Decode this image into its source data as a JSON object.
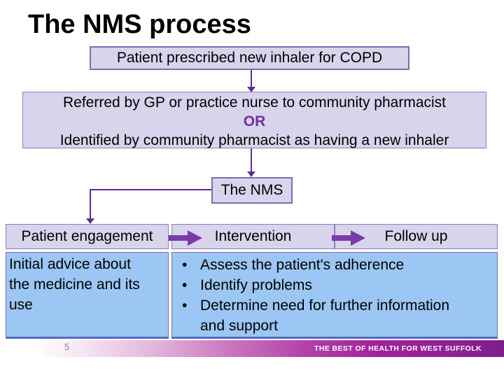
{
  "colors": {
    "box_lavender": "#d8d4ec",
    "box_blue": "#9cc6f3",
    "accent_purple": "#7b3aa5",
    "or_purple": "#7030a0",
    "connector_purple": "#5f2d92",
    "banner_magenta": "#a0229c"
  },
  "title": "The NMS process",
  "flow": {
    "box1": "Patient prescribed new inhaler for COPD",
    "referral_line1": "Referred by GP or practice nurse to community pharmacist",
    "referral_or": "OR",
    "referral_line2": "Identified by community pharmacist as having a new inhaler",
    "nms": "The NMS",
    "stages": [
      {
        "label": "Patient engagement"
      },
      {
        "label": "Intervention"
      },
      {
        "label": "Follow up"
      }
    ]
  },
  "details": {
    "bullet_char": "•",
    "engagement_lines": [
      "Initial advice about",
      "the medicine and its",
      "use"
    ],
    "intervention_bullets": [
      {
        "line1": "Assess the patient's adherence"
      },
      {
        "line1": "Identify problems"
      },
      {
        "line1": "Determine need for further information",
        "line2": "and support"
      }
    ]
  },
  "footer": {
    "page_number": "5",
    "banner_text": "THE BEST OF HEALTH FOR WEST SUFFOLK"
  }
}
